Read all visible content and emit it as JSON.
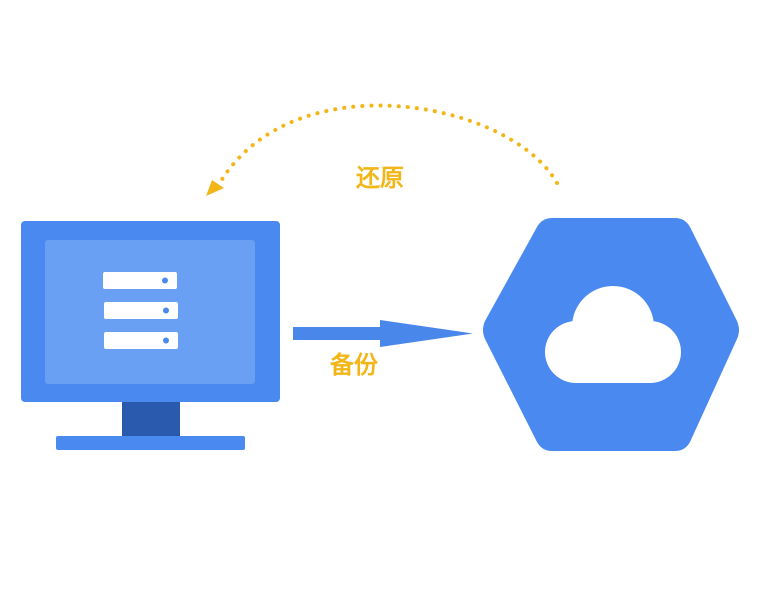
{
  "labels": {
    "restore": "还原",
    "backup": "备份"
  },
  "icons": {
    "computer": "computer-monitor-icon",
    "server_rows": "server-rack-icon",
    "cloud": "cloud-icon",
    "cloud_container": "hexagon-shape"
  },
  "colors": {
    "primary_blue": "#4a89f0",
    "screen_blue": "#6aa0f4",
    "stand_dark_blue": "#2a5aad",
    "arrow_blue": "#4a87ea",
    "label_yellow": "#f2b619",
    "dotted_arrow_yellow": "#f2b619",
    "white": "#ffffff"
  }
}
